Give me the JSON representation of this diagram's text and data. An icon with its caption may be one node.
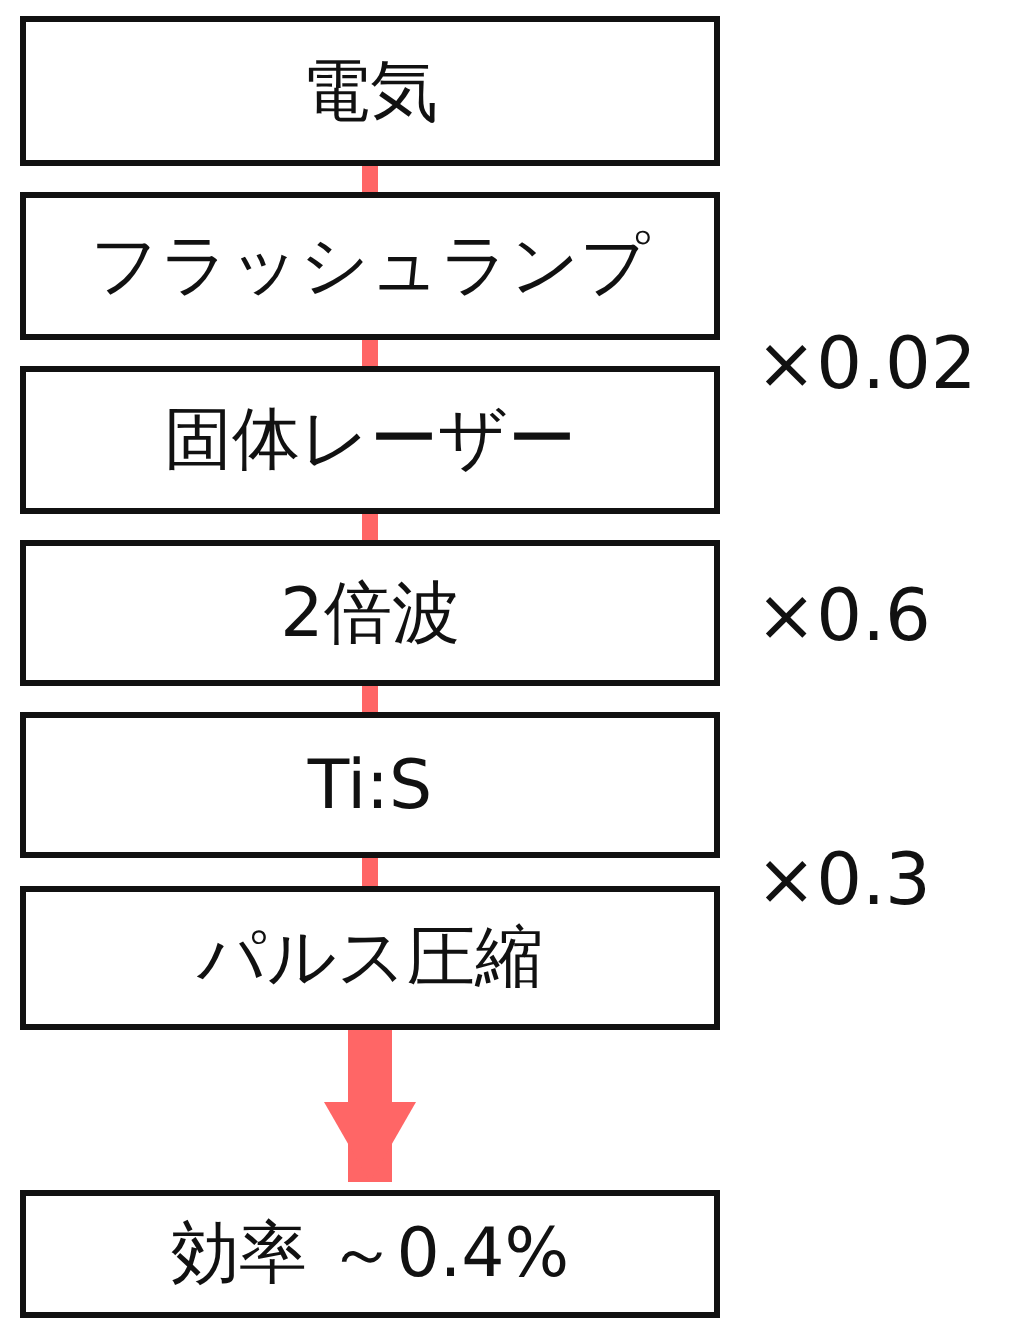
{
  "diagram": {
    "nodes": [
      {
        "text": [
          "電気"
        ]
      },
      {
        "text": [
          "フラッシュランプ"
        ]
      },
      {
        "text": [
          "固体レーザー"
        ]
      },
      {
        "text": [
          "2倍波"
        ]
      },
      {
        "text": [
          "Ti:S"
        ]
      },
      {
        "text": [
          "パルス圧縮"
        ]
      },
      {
        "text": [
          "効率 ～0.4%"
        ]
      }
    ],
    "edges": [
      {
        "from": 0,
        "to": 1,
        "arrow": "none"
      },
      {
        "from": 1,
        "to": 2,
        "arrow": "none"
      },
      {
        "from": 2,
        "to": 3,
        "arrow": "none"
      },
      {
        "from": 3,
        "to": 4,
        "arrow": "none"
      },
      {
        "from": 4,
        "to": 5,
        "arrow": "none"
      },
      {
        "from": 5,
        "to": 6,
        "arrow": "to",
        "style": "thick"
      }
    ],
    "labels": [
      "×0.02",
      "×0.6",
      "×0.3"
    ]
  }
}
